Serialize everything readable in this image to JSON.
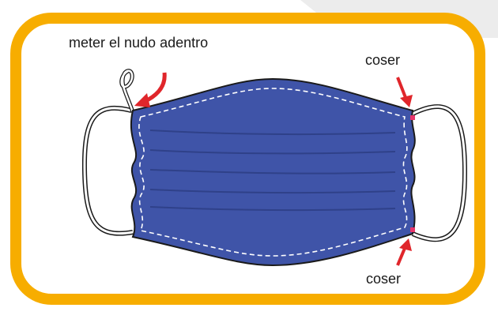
{
  "labels": {
    "knot": "meter el nudo adentro",
    "sew_top": "coser",
    "sew_bottom": "coser"
  },
  "colors": {
    "frame": "#f7ad00",
    "mask": "#3f54a8",
    "stitch": "#ffffff",
    "arrow": "#e0262b",
    "pin": "#e8356a",
    "swoosh": "#ececec"
  }
}
